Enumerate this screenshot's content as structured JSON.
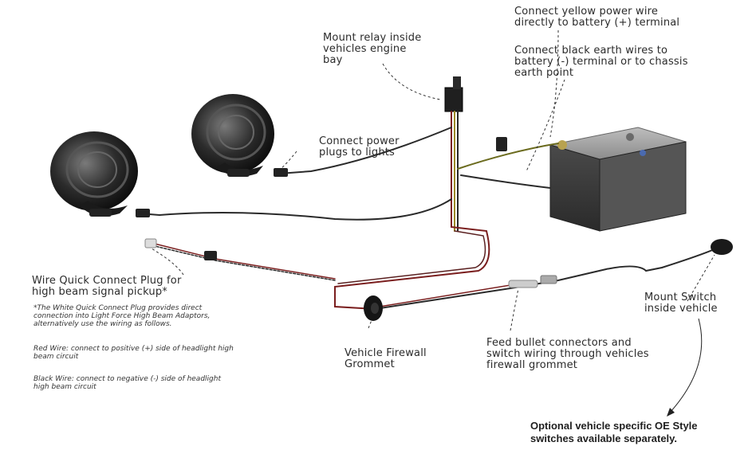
{
  "labels": {
    "yellow_wire": "Connect yellow power wire\ndirectly to battery (+) terminal",
    "black_wire": "Connect black earth wires to\nbattery (-) terminal or to chassis\nearth point",
    "mount_relay": "Mount relay inside\nvehicles engine\nbay",
    "power_plugs": "Connect power\nplugs to lights",
    "quick_connect": "Wire Quick Connect Plug for\nhigh beam signal pickup*",
    "firewall_grommet": "Vehicle Firewall\nGrommet",
    "feed_bullet": "Feed bullet connectors and\nswitch wiring through vehicles\nfirewall grommet",
    "mount_switch": "Mount Switch\ninside vehicle"
  },
  "notes": {
    "note1": "*The White Quick Connect Plug provides direct\nconnection into Light Force High Beam Adaptors,\nalternatively use the wiring as follows.",
    "note2": "Red Wire: connect to positive (+) side of headlight high\nbeam circuit",
    "note3": "Black Wire: connect to negative (-) side of headlight\nhigh beam circuit"
  },
  "footer": {
    "optional_switches": "Optional vehicle specific OE Style\nswitches available separately."
  },
  "colors": {
    "wire_red": "#7a1e1e",
    "wire_black": "#2a2a2a",
    "wire_yellow": "#9a8a20",
    "battery_body": "#3a3a3a",
    "leader": "#333333"
  }
}
